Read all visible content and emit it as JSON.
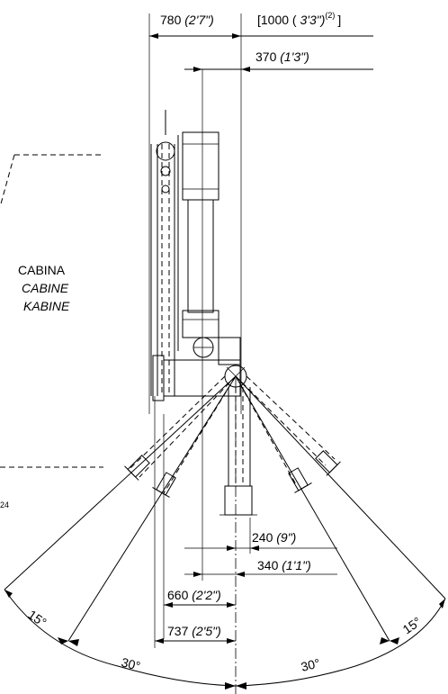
{
  "dimensions": {
    "top_width": {
      "value": "780",
      "imperial": "(2'7\")"
    },
    "top_alt": {
      "open": "[1000 (",
      "imperial": " 3'3\")",
      "note": "(2)",
      "close": "]"
    },
    "offset_370": {
      "value": "370",
      "imperial": "(1'3\")"
    },
    "offset_240": {
      "value": "240",
      "imperial": "(9\")"
    },
    "offset_340": {
      "value": "340",
      "imperial": "(1'1\")"
    },
    "width_660": {
      "value": "660",
      "imperial": "(2'2\")"
    },
    "width_737": {
      "value": "737",
      "imperial": "(2'5\")"
    }
  },
  "cabin_labels": [
    "CABINA",
    "CABINE",
    "KABINE"
  ],
  "side_ref": "24",
  "angles": {
    "left_outer": "15°",
    "left_inner": "30°",
    "right_inner": "30°",
    "right_outer": "15°"
  }
}
